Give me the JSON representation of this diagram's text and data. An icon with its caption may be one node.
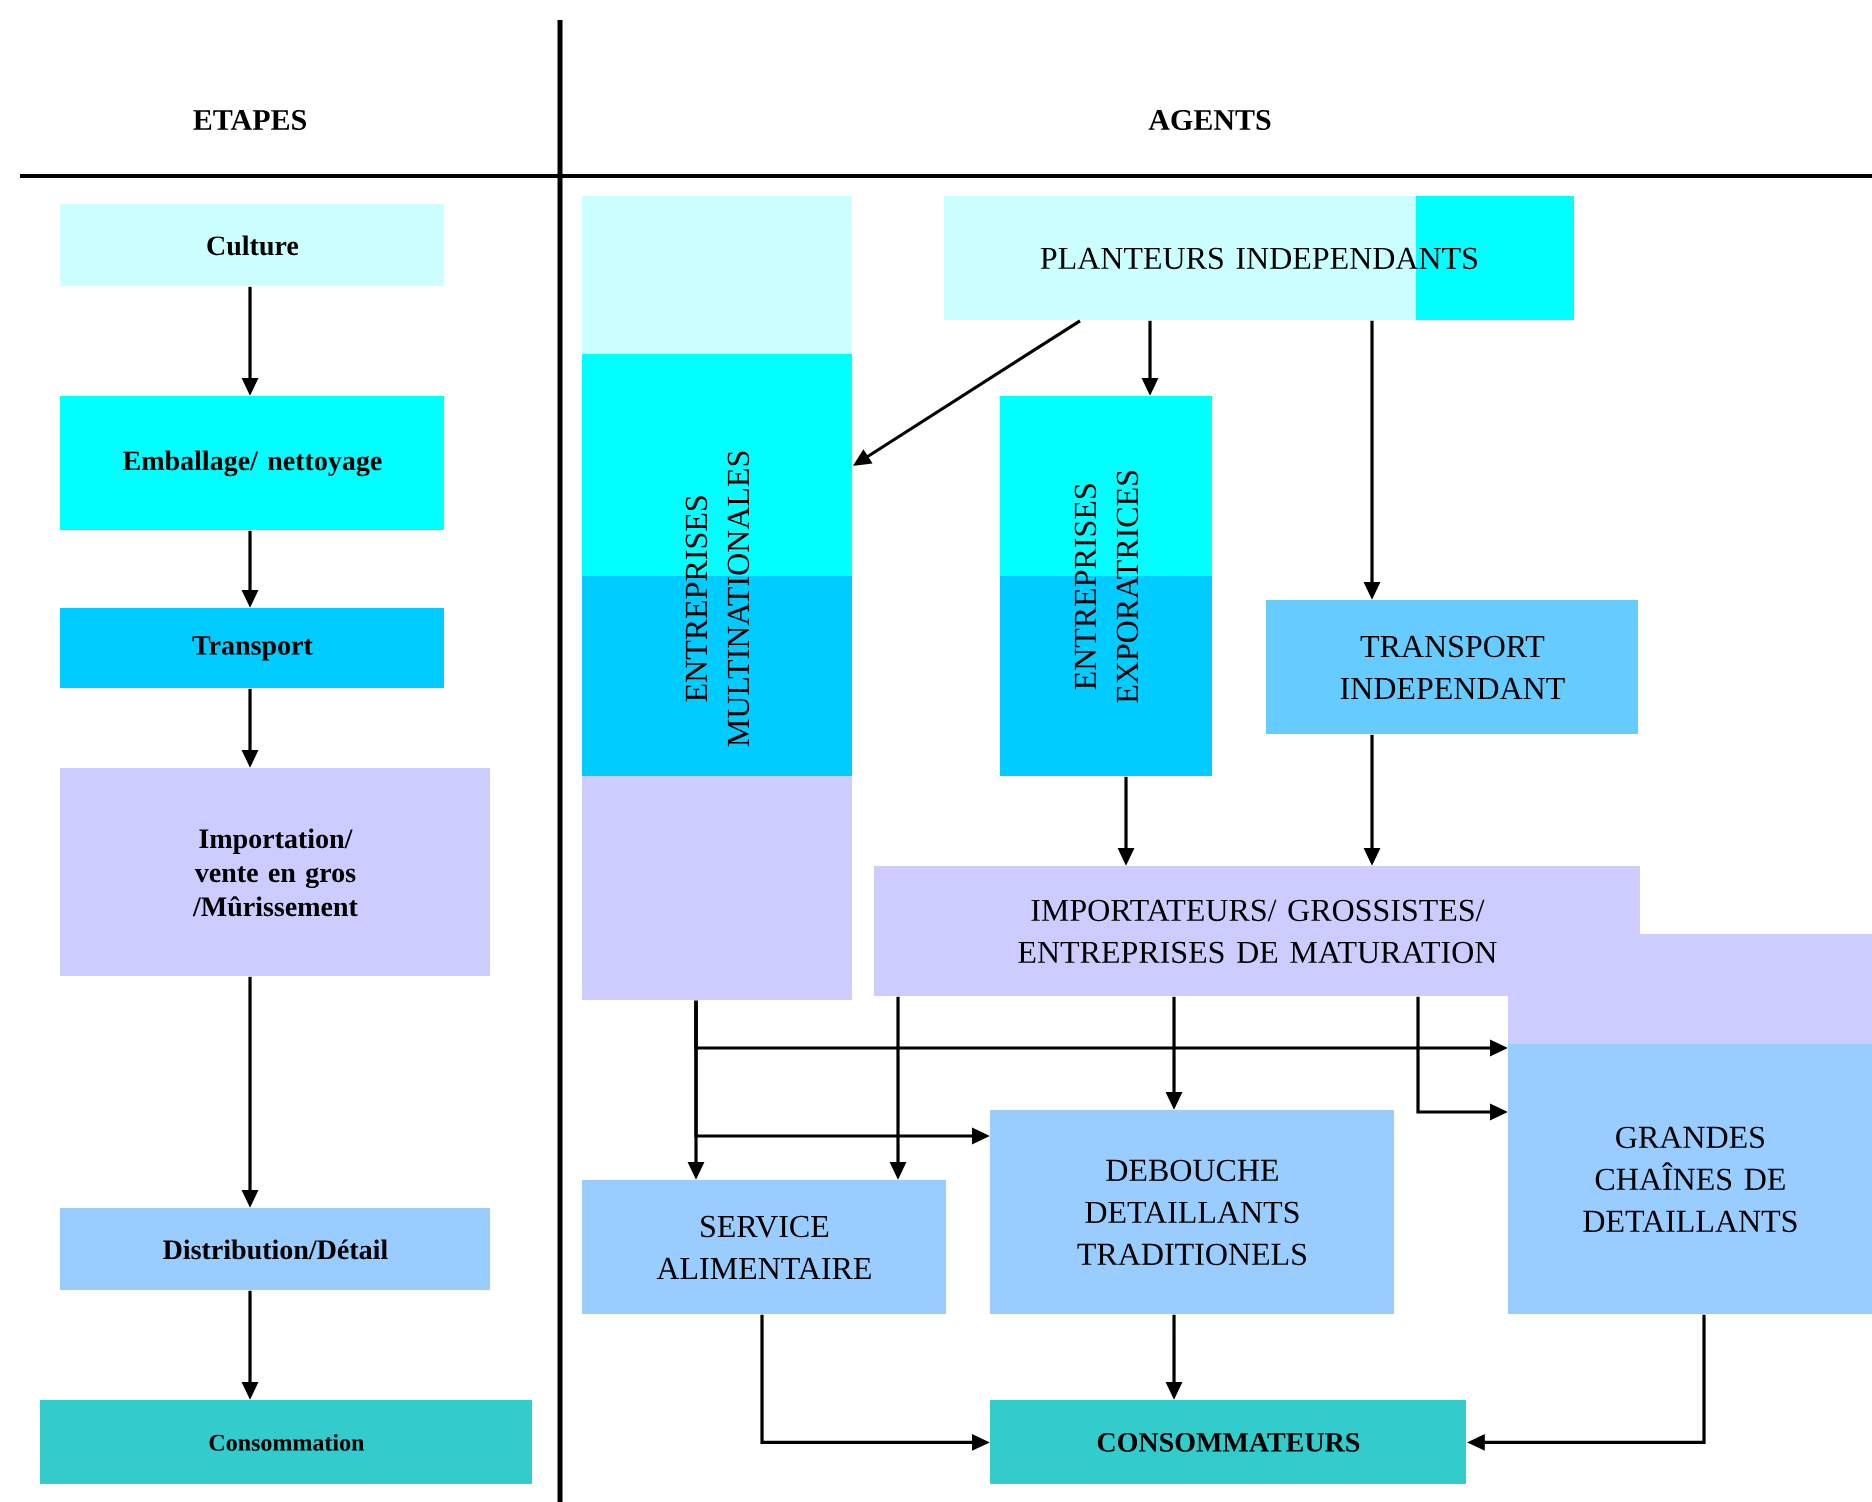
{
  "diagram": {
    "nodes": [
      {
        "text": [
          "Culture"
        ]
      },
      {
        "text": [
          "Emballage/ nettoyage"
        ]
      },
      {
        "text": [
          "Transport"
        ]
      },
      {
        "text": [
          "Importation/ vente en gros /Mûrissement"
        ]
      },
      {
        "text": [
          "Distribution/Détail"
        ]
      },
      {
        "text": [
          "Consommation"
        ]
      },
      {
        "text": [
          "ENTREPRISES MULTINATIONALES"
        ]
      },
      {
        "text": [
          "PLANTEURS INDEPENDANTS"
        ]
      },
      {
        "text": [
          "ENTREPRISES EXPORATRICES"
        ]
      },
      {
        "text": [
          "TRANSPORT INDEPENDANT"
        ]
      },
      {
        "text": [
          "IMPORTATEURS/ GROSSISTES/ ENTREPRISES DE MATURATION"
        ]
      },
      {
        "text": [
          "SERVICE ALIMENTAIRE"
        ]
      },
      {
        "text": [
          "DEBOUCHE DETAILLANTS TRADITIONELS"
        ]
      },
      {
        "text": [
          "GRANDES CHAÎNES DE DETAILLANTS"
        ]
      },
      {
        "text": [
          "CONSOMMATEURS"
        ]
      }
    ],
    "edges": [
      {
        "from": 0,
        "to": 1,
        "arrow": "to"
      },
      {
        "from": 1,
        "to": 2,
        "arrow": "to"
      },
      {
        "from": 2,
        "to": 3,
        "arrow": "to"
      },
      {
        "from": 3,
        "to": 4,
        "arrow": "to"
      },
      {
        "from": 4,
        "to": 5,
        "arrow": "to"
      },
      {
        "from": 7,
        "to": 6,
        "arrow": "to"
      },
      {
        "from": 7,
        "to": 8,
        "arrow": "to"
      },
      {
        "from": 7,
        "to": 9,
        "arrow": "to"
      },
      {
        "from": 8,
        "to": 10,
        "arrow": "to"
      },
      {
        "from": 9,
        "to": 10,
        "arrow": "to"
      },
      {
        "from": 6,
        "to": 11,
        "arrow": "to"
      },
      {
        "from": 6,
        "to": 13,
        "arrow": "to"
      },
      {
        "from": 6,
        "to": 12,
        "arrow": "to"
      },
      {
        "from": 10,
        "to": 11,
        "arrow": "to"
      },
      {
        "from": 10,
        "to": 12,
        "arrow": "to"
      },
      {
        "from": 10,
        "to": 13,
        "arrow": "to"
      },
      {
        "from": 11,
        "to": 14,
        "arrow": "to"
      },
      {
        "from": 12,
        "to": 14,
        "arrow": "to"
      },
      {
        "from": 13,
        "to": 14,
        "arrow": "to"
      }
    ],
    "labels": [
      "ETAPES",
      "AGENTS"
    ]
  }
}
